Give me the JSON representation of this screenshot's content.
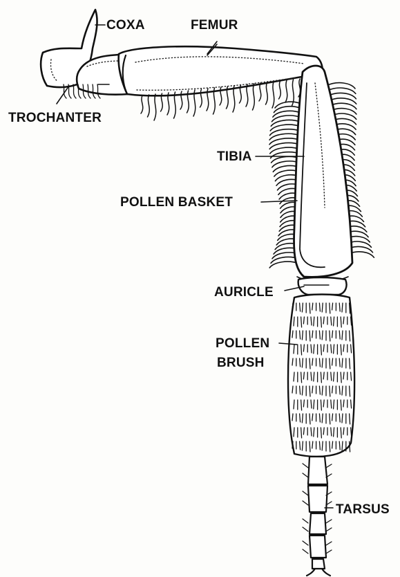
{
  "labels": {
    "coxa": "COXA",
    "femur": "FEMUR",
    "trochanter": "TROCHANTER",
    "tibia": "TIBIA",
    "pollen_basket": "POLLEN BASKET",
    "auricle": "AURICLE",
    "pollen_brush_line1": "POLLEN",
    "pollen_brush_line2": "BRUSH",
    "tarsus": "TARSUS"
  }
}
